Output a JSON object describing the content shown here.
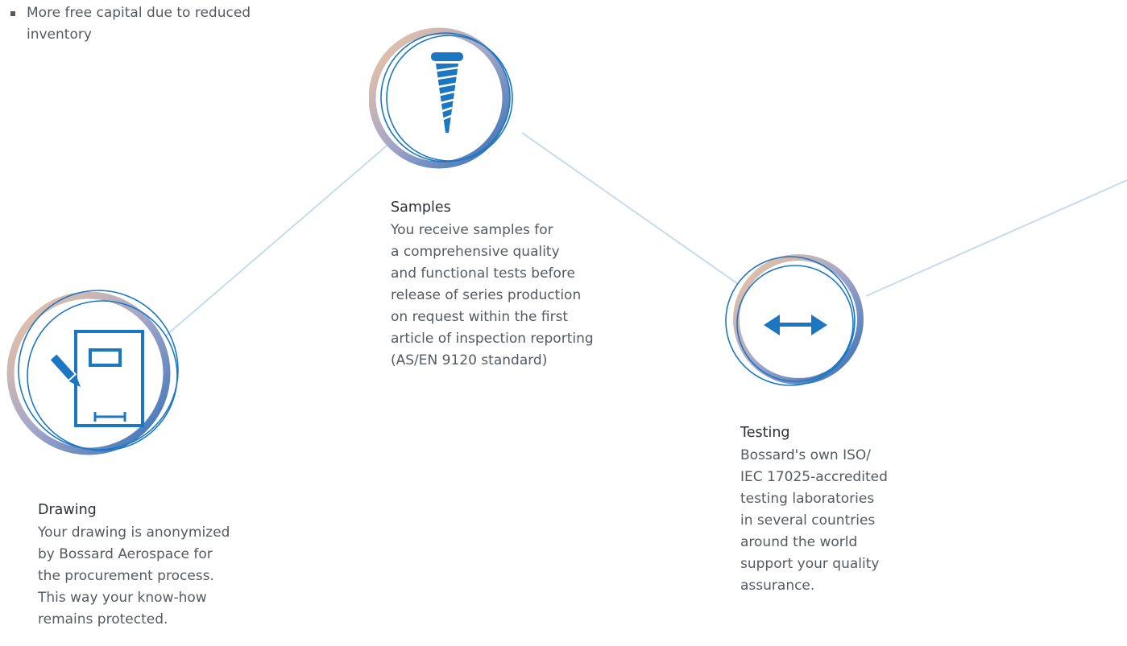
{
  "bullet": {
    "text": "More free capital due to reduced\ninventory"
  },
  "steps": {
    "drawing": {
      "title": "Drawing",
      "description": "Your drawing is anonymized\nby Bossard Aerospace for\nthe procurement process.\nThis way your know-how\nremains protected.",
      "icon": "drawing-pencil-icon"
    },
    "samples": {
      "title": "Samples",
      "description": "You receive samples for\na comprehensive quality\nand functional tests before\nrelease of series production\non request within the first\narticle of inspection reporting\n(AS/EN 9120 standard)",
      "icon": "screw-icon"
    },
    "testing": {
      "title": "Testing",
      "description": "Bossard's own ISO/\nIEC 17025-accredited\ntesting laboratories\nin several countries\naround the world\nsupport your quality\nassurance.",
      "icon": "double-arrow-icon"
    }
  },
  "colors": {
    "connector_line": "#c6dcec",
    "icon_blue": "#1c77c3",
    "gradient_start": "#f2c7a0",
    "gradient_mid": "#a3a6c8",
    "gradient_end": "#2f6fb8"
  }
}
